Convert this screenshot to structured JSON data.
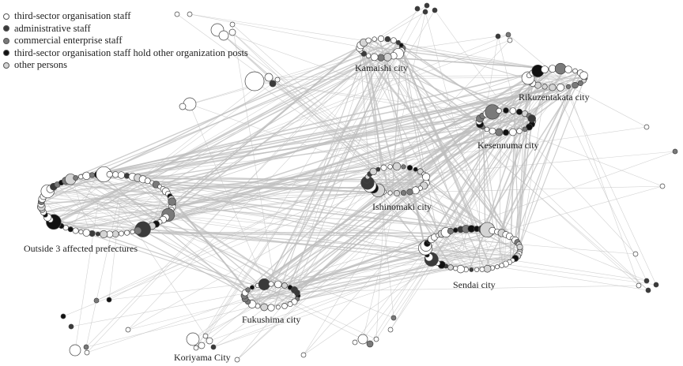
{
  "legend": [
    {
      "label": "third-sector organisation staff",
      "color": "#ffffff"
    },
    {
      "label": "administrative staff",
      "color": "#3a3a3a"
    },
    {
      "label": "commercial enterprise staff",
      "color": "#7a7a7a"
    },
    {
      "label": "third-sector organisation staff hold other organization posts",
      "color": "#111111"
    },
    {
      "label": "other persons",
      "color": "#d4d4d4"
    }
  ],
  "clusters": [
    {
      "id": "kamaishi",
      "label": "Kamaishi city"
    },
    {
      "id": "rikuzentakata",
      "label": "Rikuzentakata city"
    },
    {
      "id": "kesennuma",
      "label": "Kesennuma city"
    },
    {
      "id": "ishinomaki",
      "label": "Ishinomaki city"
    },
    {
      "id": "outside",
      "label": "Outside 3 affected prefectures"
    },
    {
      "id": "sendai",
      "label": "Sendai city"
    },
    {
      "id": "fukushima",
      "label": "Fukushima city"
    },
    {
      "id": "koriyama",
      "label": "Koriyama City"
    }
  ]
}
